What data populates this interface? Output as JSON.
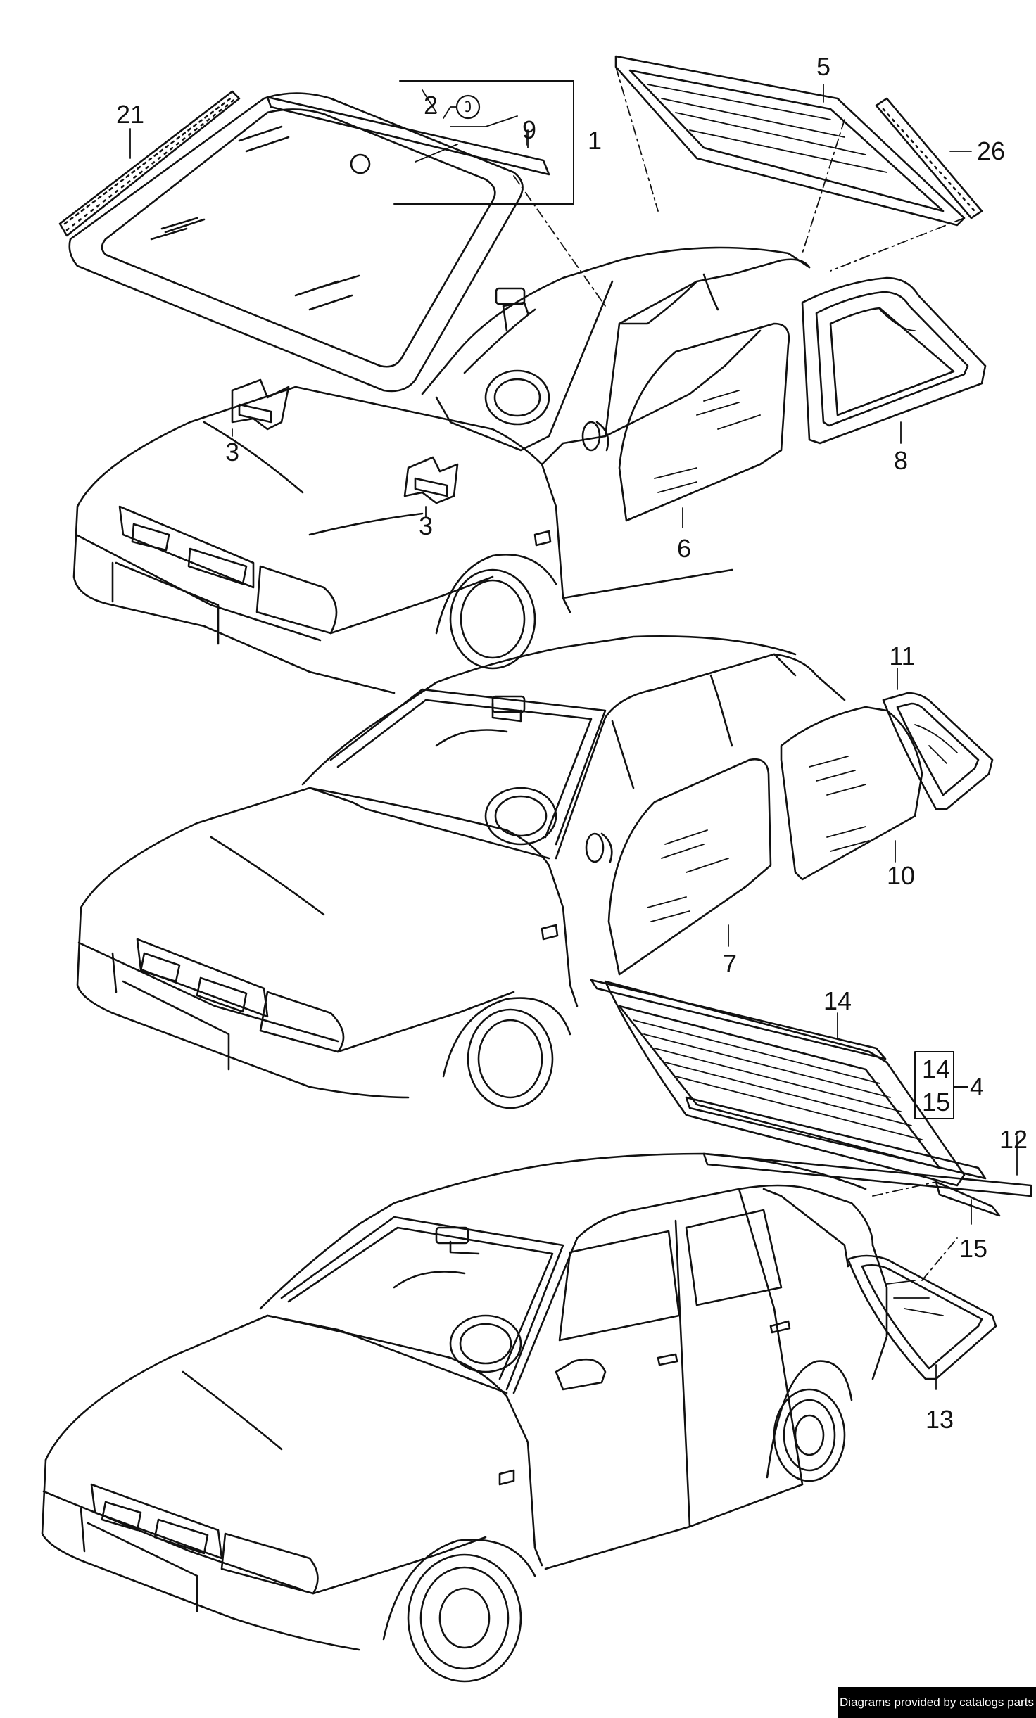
{
  "colors": {
    "line": "#111111",
    "background": "#ffffff",
    "credit_bg": "#000000",
    "credit_text": "#ffffff"
  },
  "callouts": [
    {
      "id": "c21",
      "text": "21"
    },
    {
      "id": "c2",
      "text": "2"
    },
    {
      "id": "c9",
      "text": "9"
    },
    {
      "id": "c1",
      "text": "1"
    },
    {
      "id": "c5",
      "text": "5"
    },
    {
      "id": "c26",
      "text": "26"
    },
    {
      "id": "c3a",
      "text": "3"
    },
    {
      "id": "c3b",
      "text": "3"
    },
    {
      "id": "c8",
      "text": "8"
    },
    {
      "id": "c6",
      "text": "6"
    },
    {
      "id": "c11",
      "text": "11"
    },
    {
      "id": "c10",
      "text": "10"
    },
    {
      "id": "c7",
      "text": "7"
    },
    {
      "id": "c14",
      "text": "14"
    },
    {
      "id": "c14b",
      "text": "14"
    },
    {
      "id": "c15b",
      "text": "15"
    },
    {
      "id": "c4",
      "text": "4"
    },
    {
      "id": "c12",
      "text": "12"
    },
    {
      "id": "c15",
      "text": "15"
    },
    {
      "id": "c13",
      "text": "13"
    }
  ],
  "credit": "Diagrams provided by catalogs parts"
}
